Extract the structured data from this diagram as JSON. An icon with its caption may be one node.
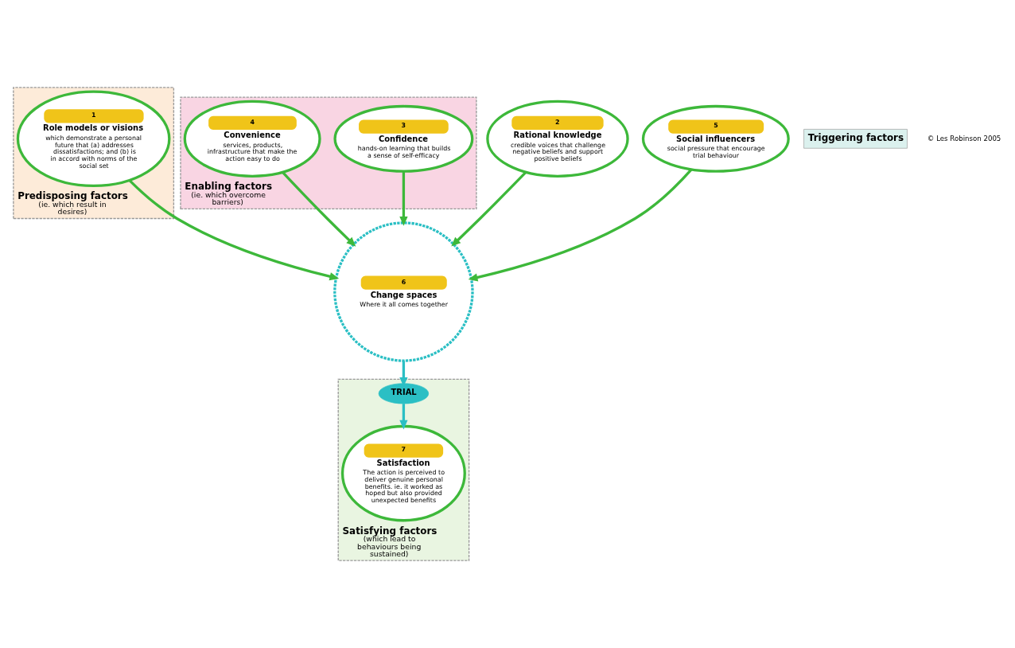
{
  "diagram": {
    "nodes": [
      {
        "text": [
          "Predisposing factors",
          "(ie. which result in desires)"
        ]
      },
      {
        "text": [
          "1",
          "Role models or visions",
          "which demonstrate a personal future that (a) addresses dissatisfactions; and (b) is in accord with norms of the social set"
        ],
        "in": 0
      },
      {
        "text": [
          "Enabling factors",
          "(ie. which overcome barriers)"
        ]
      },
      {
        "text": [
          "2",
          "Rational knowledge",
          "credible voices that challenge negative beliefs and support positive beliefs"
        ]
      },
      {
        "text": [
          "3",
          "Confidence",
          "hands-on learning that builds a sense of self-efficacy"
        ],
        "in": 2
      },
      {
        "text": [
          "4",
          "Convenience",
          "services, products, infrastructure that make the action easy to do"
        ],
        "in": 2
      },
      {
        "text": [
          "Satisfying factors",
          "(which lead to behaviours being sustained)"
        ]
      },
      {
        "text": [
          "TRIAL"
        ],
        "in": 6
      },
      {
        "text": [
          "7",
          "Satisfaction",
          "The action is perceived to deliver genuine personal benefits. ie. it worked as hoped but also provided unexpected benefits"
        ],
        "in": 6
      },
      {
        "text": [
          "Triggering factors"
        ]
      },
      {
        "text": [
          "5",
          "Social influencers",
          "social pressure that encourage trial behaviour"
        ]
      },
      {
        "text": [
          "6",
          "Change spaces",
          "Where it all comes together"
        ]
      }
    ],
    "edges": [
      {
        "from": 1,
        "to": 11,
        "arrow": "to"
      },
      {
        "from": 3,
        "to": 11,
        "arrow": "to"
      },
      {
        "from": 4,
        "to": 11,
        "arrow": "to"
      },
      {
        "from": 5,
        "to": 11,
        "arrow": "to"
      },
      {
        "from": 10,
        "to": 11,
        "arrow": "to"
      },
      {
        "from": 11,
        "to": 7,
        "arrow": "to",
        "color": "#2bbfc4"
      },
      {
        "from": 7,
        "to": 8,
        "arrow": "to",
        "color": "#2bbfc4"
      }
    ],
    "labels": [
      "© Les Robinson 2005"
    ]
  }
}
